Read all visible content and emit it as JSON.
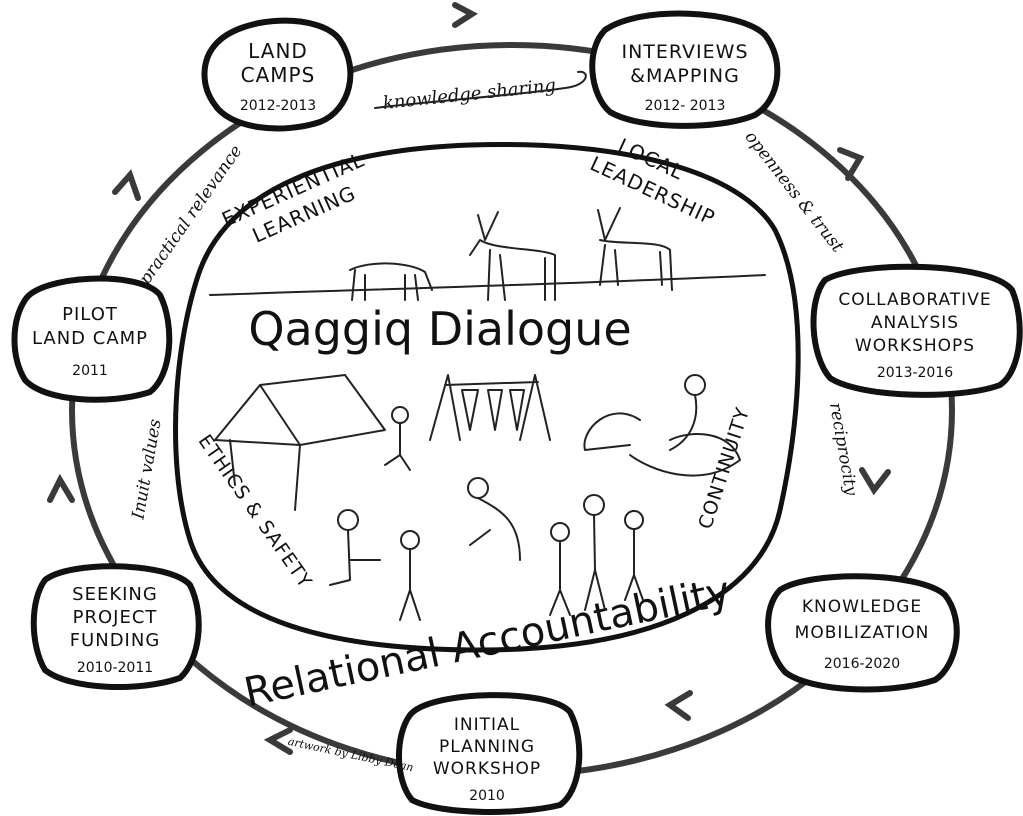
{
  "title": "Qaggiq Dialogue",
  "subtitle": "Relational Accountability",
  "credit": "artwork by Libby Dean",
  "nodes": [
    {
      "title1": "LAND",
      "title2": "CAMPS",
      "title3": "",
      "years": "2012-2013"
    },
    {
      "title1": "INTERVIEWS",
      "title2": "&MAPPING",
      "title3": "",
      "years": "2012- 2013"
    },
    {
      "title1": "COLLABORATIVE",
      "title2": "ANALYSIS",
      "title3": "WORKSHOPS",
      "years": "2013-2016"
    },
    {
      "title1": "KNOWLEDGE",
      "title2": "MOBILIZATION",
      "title3": "",
      "years": "2016-2020"
    },
    {
      "title1": "INITIAL",
      "title2": "PLANNING",
      "title3": "WORKSHOP",
      "years": "2010"
    },
    {
      "title1": "SEEKING",
      "title2": "PROJECT",
      "title3": "FUNDING",
      "years": "2010-2011"
    },
    {
      "title1": "PILOT",
      "title2": "LAND CAMP",
      "title3": "",
      "years": "2011"
    }
  ],
  "connectors": {
    "knowledge_sharing": "knowledge sharing",
    "openness_trust": "openness & trust",
    "reciprocity": "reciprocity",
    "inuit_values": "Inuit values",
    "practical_relevance": "practical relevance"
  },
  "themes": {
    "experiential1": "EXPERIENTIAL",
    "experiential2": "LEARNING",
    "local1": "LOCAL",
    "local2": "LEADERSHIP",
    "ethics": "ETHICS & SAFETY",
    "continuity": "CONTINUITY"
  }
}
